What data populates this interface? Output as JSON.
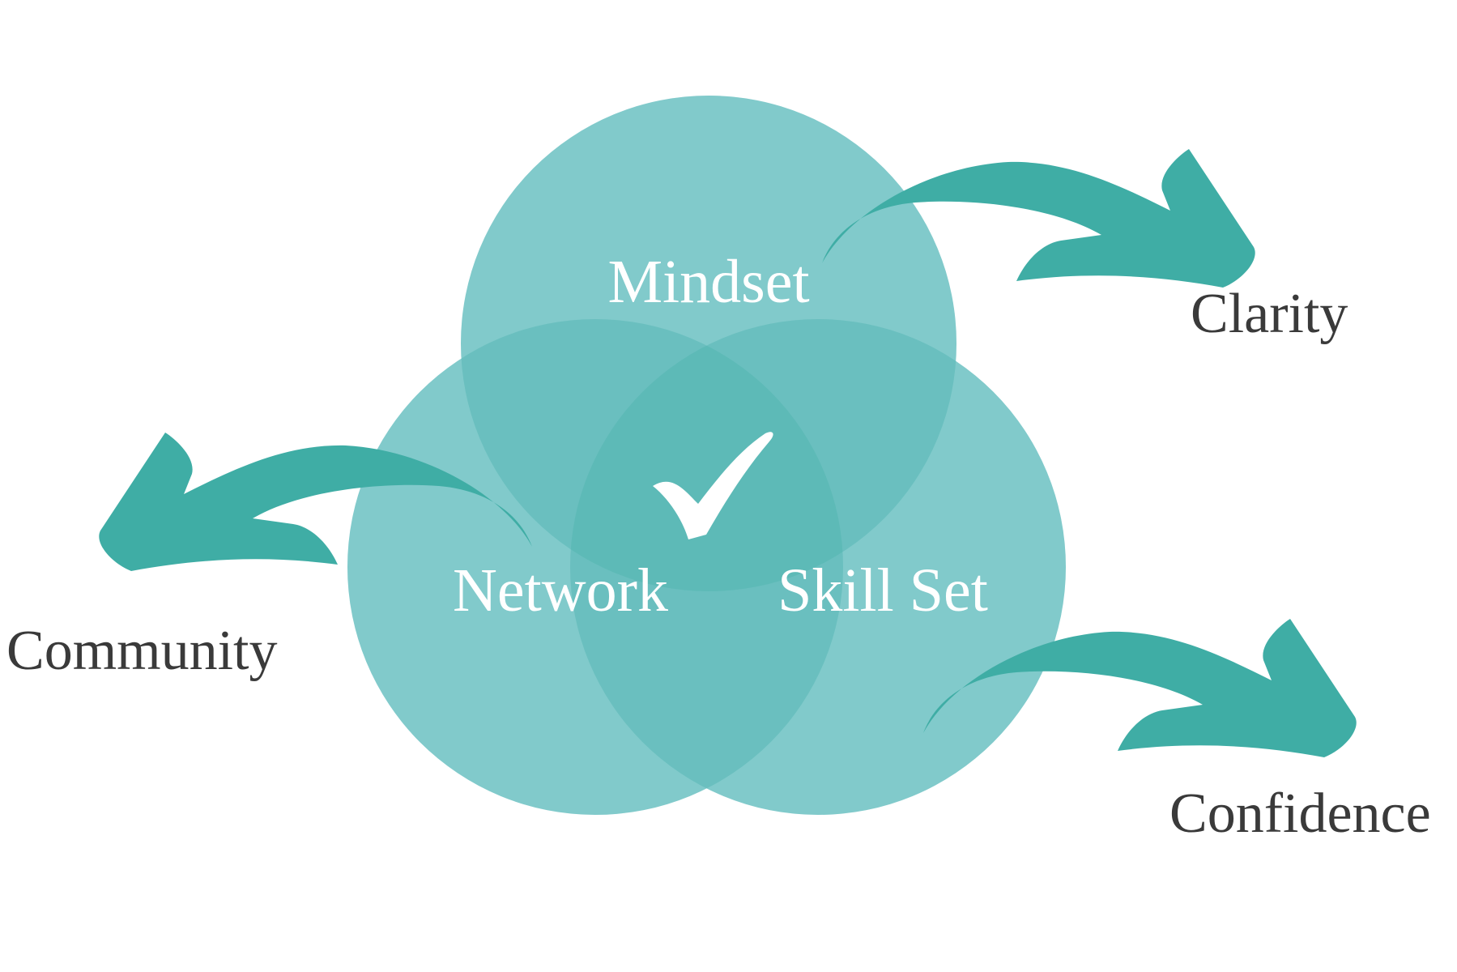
{
  "colors": {
    "circle_fill": "#8fd2d6",
    "arrow_fill": "#3fada5",
    "center_label_color": "#ffffff",
    "outcome_label_color": "#3a3a3a",
    "background": "#ffffff"
  },
  "venn": {
    "circles": [
      {
        "label": "Mindset"
      },
      {
        "label": "Network"
      },
      {
        "label": "Skill Set"
      }
    ],
    "center_icon": "checkmark-icon"
  },
  "outcomes": [
    {
      "label": "Clarity",
      "icon": "curved-arrow-right-icon"
    },
    {
      "label": "Community",
      "icon": "curved-arrow-left-icon"
    },
    {
      "label": "Confidence",
      "icon": "curved-arrow-right-icon"
    }
  ]
}
